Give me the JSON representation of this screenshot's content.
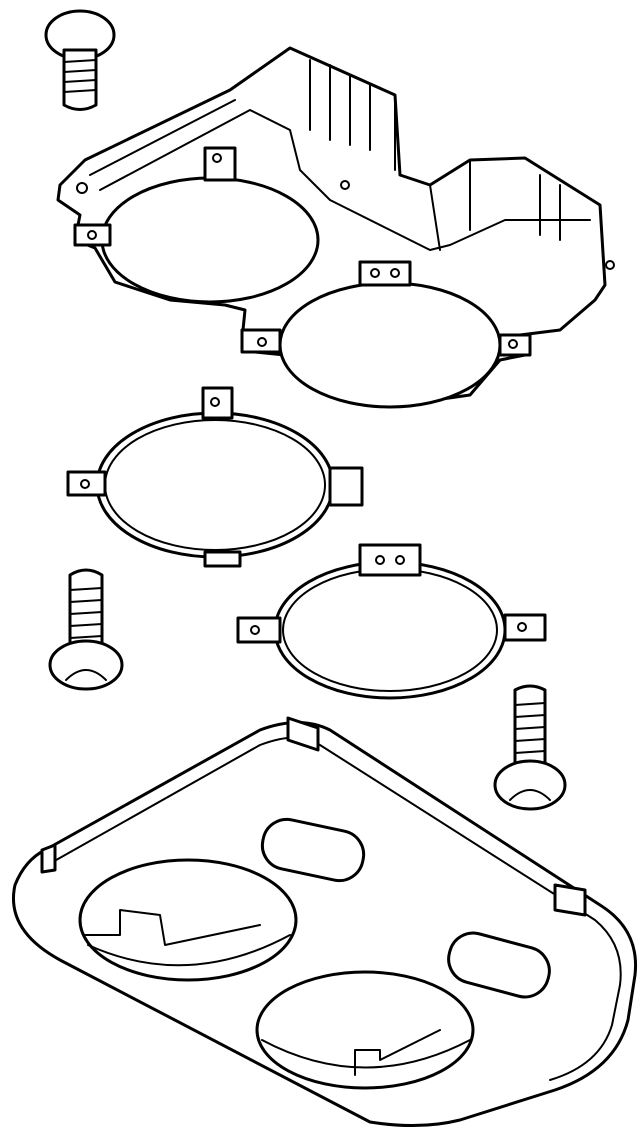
{
  "diagram": {
    "type": "exploded-parts-line-drawing",
    "colors": {
      "stroke": "#000000",
      "background": "#ffffff"
    },
    "parts": [
      "screw",
      "housing",
      "gasket",
      "gasket",
      "screw",
      "screw",
      "lens-cover"
    ]
  }
}
